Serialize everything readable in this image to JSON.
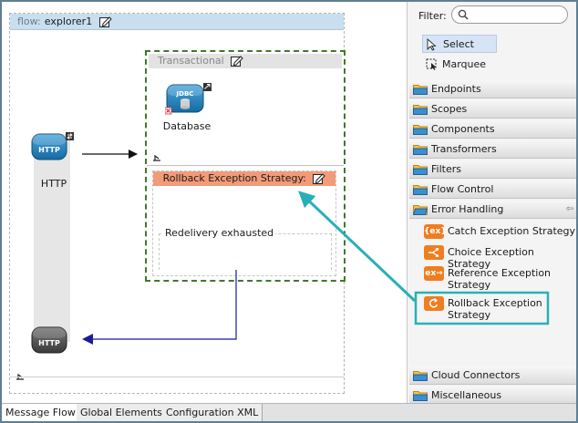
{
  "flow": {
    "prefix": "flow:",
    "name": "explorer1"
  },
  "source": {
    "http_badge": "HTTP",
    "label": "HTTP"
  },
  "transactional": {
    "title": "Transactional"
  },
  "database": {
    "badge": "JDBC",
    "label": "Database"
  },
  "rollback": {
    "title": "Rollback Exception Strategy:",
    "redelivery_label": "Redelivery exhausted"
  },
  "outbound": {
    "http_badge": "HTTP"
  },
  "palette": {
    "filter_label": "Filter:",
    "filter_value": "",
    "tools": {
      "select": "Select",
      "marquee": "Marquee"
    },
    "categories": {
      "endpoints": "Endpoints",
      "scopes": "Scopes",
      "components": "Components",
      "transformers": "Transformers",
      "filters": "Filters",
      "flow_control": "Flow Control",
      "error_handling": "Error Handling",
      "cloud_connectors": "Cloud Connectors",
      "miscellaneous": "Miscellaneous"
    },
    "error_items": {
      "catch": {
        "icon": "{ex}",
        "label": "Catch Exception Strategy"
      },
      "choice": {
        "label": "Choice Exception Strategy"
      },
      "reference": {
        "icon": "ex→",
        "label": "Reference Exception Strategy"
      },
      "rollback": {
        "label": "Rollback Exception Strategy"
      }
    }
  },
  "tabs": {
    "message_flow": "Message Flow",
    "global_elements": "Global Elements",
    "configuration_xml": "Configuration XML"
  },
  "colors": {
    "highlight": "#29b0b6",
    "transactional_border": "#3d7a2c",
    "rollback_header": "#f39b78",
    "palette_icon": "#f07d20",
    "response_arrow": "#1b1b9a"
  }
}
